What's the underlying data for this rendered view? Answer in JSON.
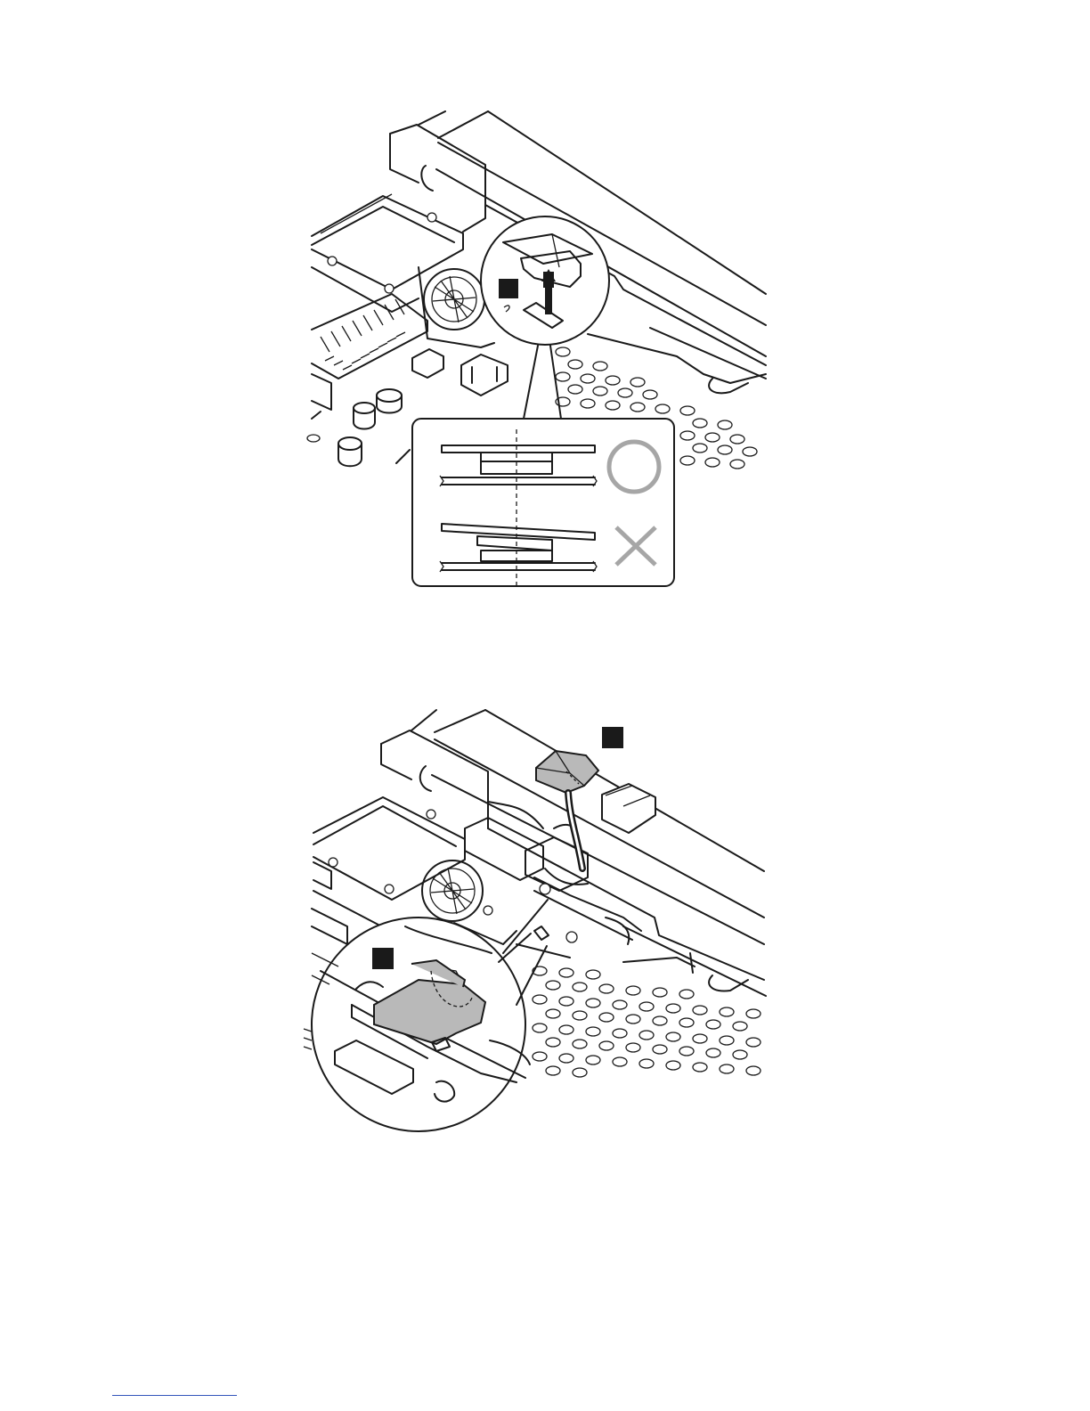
{
  "document": {
    "figures": [
      {
        "id": "top",
        "step_marker": ""
      },
      {
        "id": "bottom",
        "step_markers": [
          "",
          ""
        ]
      }
    ],
    "inset_symbols": {
      "correct": "circle",
      "incorrect": "cross"
    },
    "colors": {
      "line": "#1a1a1a",
      "gray_part": "#b9b9b9",
      "symbol": "#a6a6a6",
      "link": "#3355bb"
    }
  }
}
